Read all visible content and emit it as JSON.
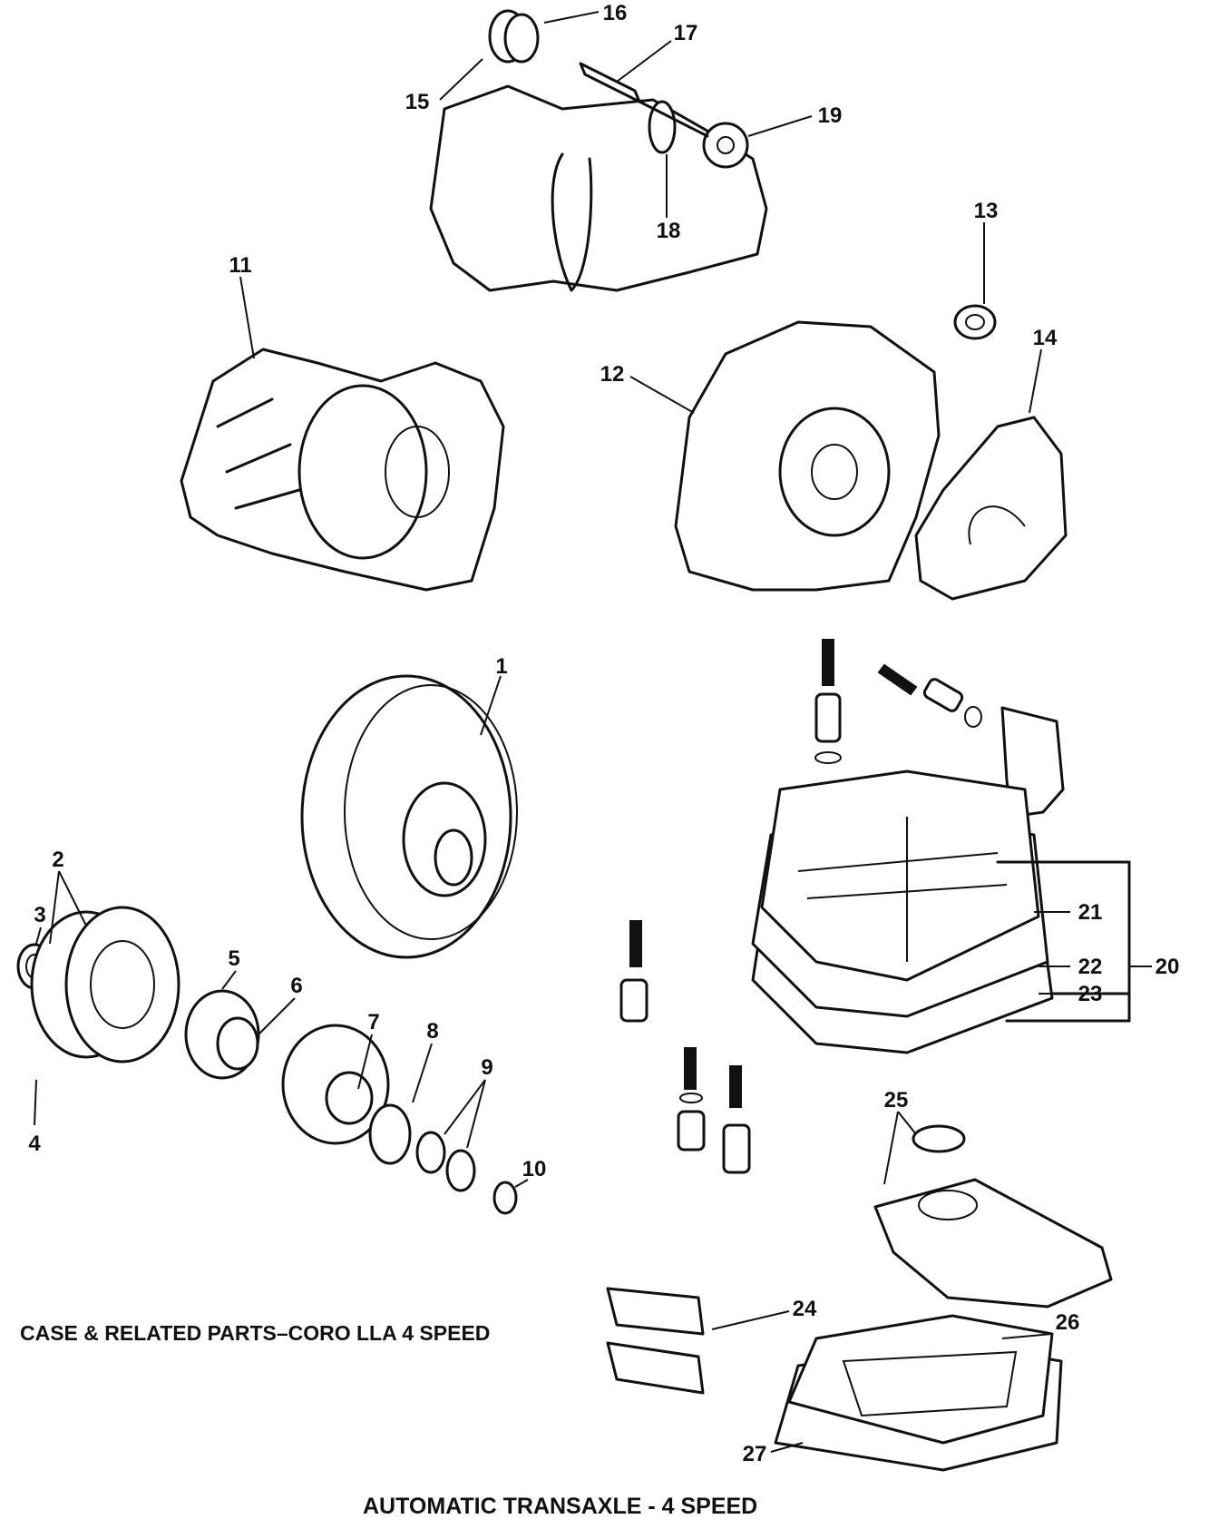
{
  "captions": {
    "case_parts": "CASE & RELATED PARTS–CORO LLA 4 SPEED",
    "title": "AUTOMATIC TRANSAXLE - 4 SPEED"
  },
  "callouts": [
    "1",
    "2",
    "3",
    "4",
    "5",
    "6",
    "7",
    "8",
    "9",
    "10",
    "11",
    "12",
    "13",
    "14",
    "15",
    "16",
    "17",
    "18",
    "19",
    "20",
    "21",
    "22",
    "23",
    "24",
    "25",
    "26",
    "27"
  ],
  "colors": {
    "ink": "#111111",
    "paper": "#ffffff"
  }
}
